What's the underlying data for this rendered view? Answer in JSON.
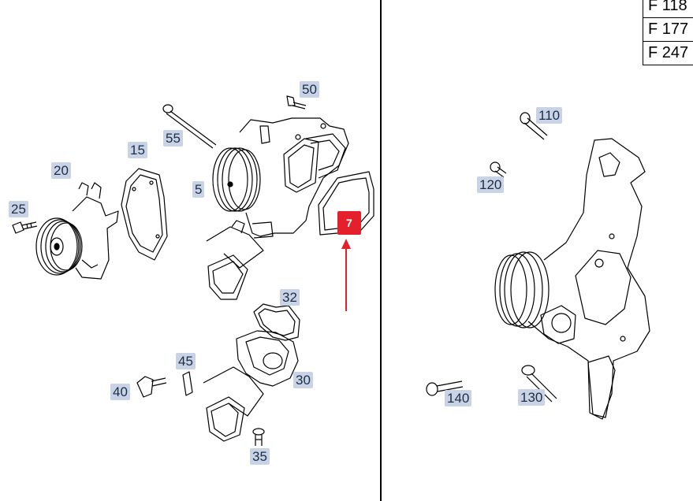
{
  "references": [
    "F 118",
    "F 177",
    "F 247"
  ],
  "callouts": {
    "p5": "5",
    "p7": "7",
    "p15": "15",
    "p20": "20",
    "p25": "25",
    "p30": "30",
    "p32": "32",
    "p35": "35",
    "p40": "40",
    "p45": "45",
    "p50": "50",
    "p55": "55",
    "p110": "110",
    "p120": "120",
    "p130": "130",
    "p140": "140"
  },
  "colors": {
    "highlight": "#e3202c",
    "callout_bg": "#c9d3e6",
    "callout_text": "#1d2d45"
  }
}
